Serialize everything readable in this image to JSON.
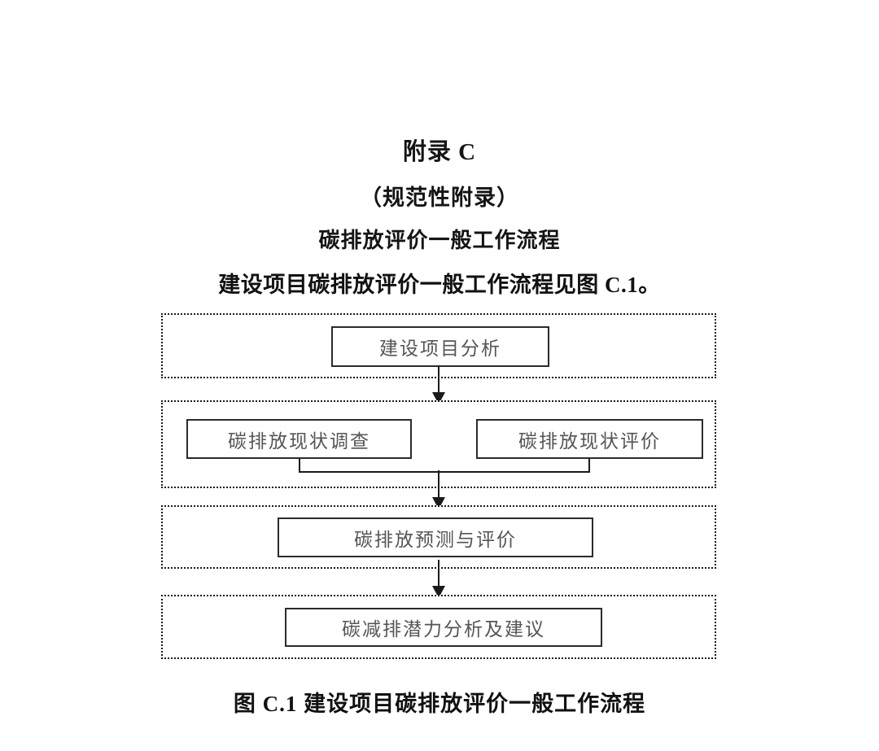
{
  "document": {
    "appendix_title": "附录 C",
    "appendix_subtitle": "（规范性附录）",
    "appendix_section": "碳排放评价一般工作流程",
    "intro_line": "建设项目碳排放评价一般工作流程见图 C.1。",
    "figure_caption": "图 C.1  建设项目碳排放评价一般工作流程"
  },
  "flowchart": {
    "title": "建设项目碳排放评价一般工作流程",
    "stages": [
      {
        "id": "stage-1",
        "nodes": [
          {
            "id": "node-analysis",
            "label": "建设项目分析"
          }
        ]
      },
      {
        "id": "stage-2",
        "nodes": [
          {
            "id": "node-survey",
            "label": "碳排放现状调查"
          },
          {
            "id": "node-status",
            "label": "碳排放现状评价"
          }
        ]
      },
      {
        "id": "stage-3",
        "nodes": [
          {
            "id": "node-forecast",
            "label": "碳排放预测与评价"
          }
        ]
      },
      {
        "id": "stage-4",
        "nodes": [
          {
            "id": "node-reduction",
            "label": "碳减排潜力分析及建议"
          }
        ]
      }
    ],
    "connectors": [
      {
        "id": "arrow-1",
        "from": "node-analysis",
        "to": "stage-2",
        "type": "arrow-down"
      },
      {
        "id": "bracket-merge",
        "from": [
          "node-survey",
          "node-status"
        ],
        "to": "arrow-2",
        "type": "merge-bracket"
      },
      {
        "id": "arrow-2",
        "from": "stage-2",
        "to": "node-forecast",
        "type": "arrow-down"
      },
      {
        "id": "arrow-3",
        "from": "node-forecast",
        "to": "node-reduction",
        "type": "arrow-down"
      }
    ]
  },
  "colors": {
    "page_background": "#ffffff",
    "heading_text": "#141414",
    "node_text": "#555555",
    "node_border": "#2b2b2b",
    "stage_border": "#1a1a1a",
    "connector": "#1a1a1a"
  }
}
